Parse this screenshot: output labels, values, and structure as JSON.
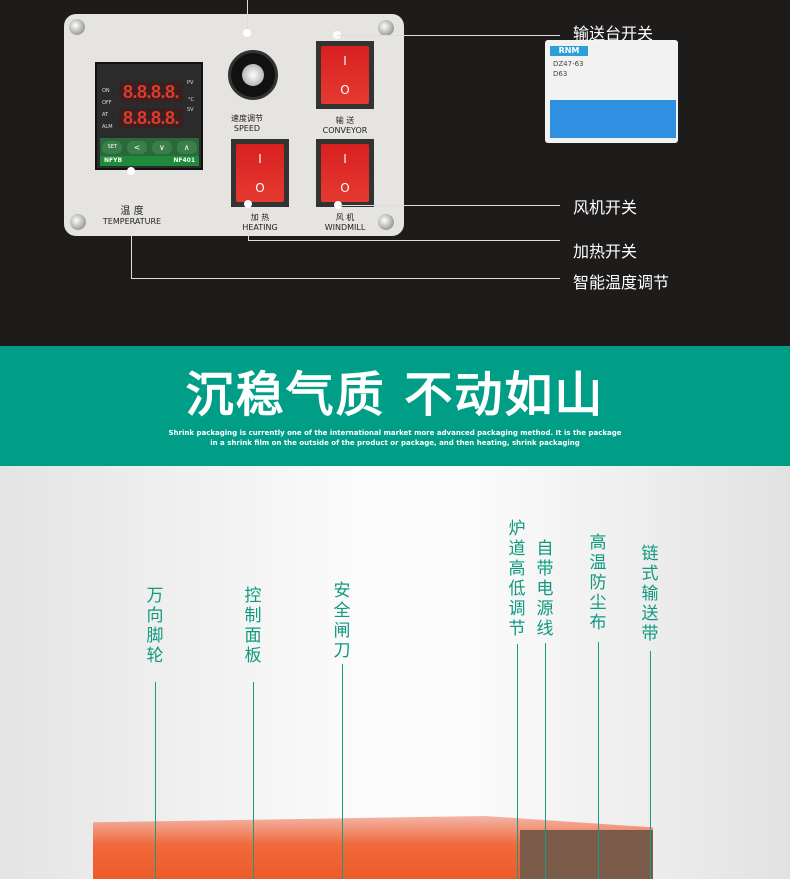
{
  "panel": {
    "controller": {
      "pv": "8.8.8.8.",
      "sv": "8.8.8.8.",
      "pv_label": "PV",
      "sv_label": "SV",
      "unit": "°C",
      "leds": [
        "ON",
        "OFF",
        "AT",
        "ALM"
      ],
      "keys": [
        "SET",
        "<",
        "∨",
        "∧"
      ],
      "brand": "NFYB",
      "model": "NF401"
    },
    "speed": {
      "cn": "速度调节",
      "en": "SPEED"
    },
    "conveyor": {
      "cn": "输 送",
      "en": "CONVEYOR"
    },
    "temperature": {
      "cn": "温 度",
      "en": "TEMPERATURE"
    },
    "heating": {
      "cn": "加 热",
      "en": "HEATING"
    },
    "windmill": {
      "cn": "风 机",
      "en": "WINDMILL"
    },
    "switch_on": "I",
    "switch_off": "O"
  },
  "breaker": {
    "brand": "RNM",
    "model": "DZ47-63",
    "rating": "D63"
  },
  "callouts": {
    "conveyor_switch": "输送台开关",
    "fan_switch": "风机开关",
    "heat_switch": "加热开关",
    "temp_control": "智能温度调节"
  },
  "banner": {
    "headline": "沉稳气质 不动如山",
    "sub1": "Shrink packaging is currently one of the international market more advanced packaging method. It is the package",
    "sub2": "in a shrink film on the outside of the product or package, and then heating, shrink packaging",
    "color": "#009e86"
  },
  "features": [
    "万向脚轮",
    "控制面板",
    "安全闸刀",
    "炉道高低调节",
    "自带电源线",
    "高温防尘布",
    "链式输送带"
  ]
}
